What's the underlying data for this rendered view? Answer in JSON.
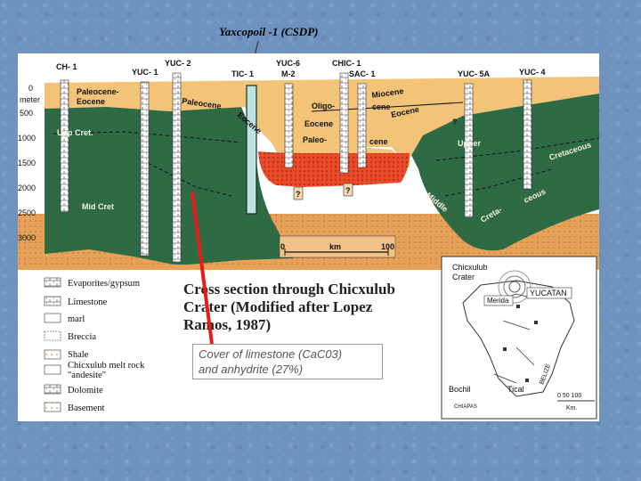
{
  "top_label": "Yaxcopoil -1 (CSDP)",
  "wells": [
    "CH- 1",
    "YUC- 1",
    "YUC- 2",
    "TIC- 1",
    "YUC-6",
    "M-2",
    "CHIC- 1",
    "SAC- 1",
    "YUC- 5A",
    "YUC- 4"
  ],
  "depth_axis": {
    "unit": "meter",
    "ticks": [
      "0",
      "500",
      "1000",
      "1500",
      "2000",
      "2500",
      "3000"
    ]
  },
  "units": [
    "Paleocene-",
    "Eocene",
    "Paleocene",
    "Eocene",
    "Upp Cret.",
    "Mid Cret",
    "Oligo-",
    "Eocene",
    "Paleo-",
    "cene",
    "Miocene",
    "cene",
    "Eocene",
    "?",
    "Upper",
    "Middle",
    "Creta-",
    "ceous",
    "Cretaceous",
    "?",
    "?"
  ],
  "scale_bar": {
    "start": "0",
    "label": "km",
    "end": "100"
  },
  "legend": [
    "Evaporites/gypsum",
    "Limestone",
    "marl",
    "Breccia",
    "Shale",
    "Chicxulub melt rock",
    "\"andesite\"",
    "Dolomite",
    "Basement"
  ],
  "title_lines": [
    "Cross section through Chicxulub",
    "Crater (Modified after Lopez",
    "Ramos, 1987)"
  ],
  "map": {
    "crater_label_1": "Chicxulub",
    "crater_label_2": "Crater",
    "yucatan": "YUCATAN",
    "merida": "Merida",
    "bochil": "Bochil",
    "tical": "Tical",
    "belize": "BELIZE",
    "chiapas": "CHIAPAS",
    "scale": "0  50 100",
    "scale_unit": "Km."
  },
  "callout_lines": [
    "Cover of limestone (CaC03)",
    "and anhydrite (27%)"
  ],
  "colors": {
    "green": "#2e6b45",
    "tan": "#f3c477",
    "basement": "#e7a25a",
    "melt": "#ea4a28",
    "background": "#6f93bf",
    "pointer": "#e81b1b"
  }
}
